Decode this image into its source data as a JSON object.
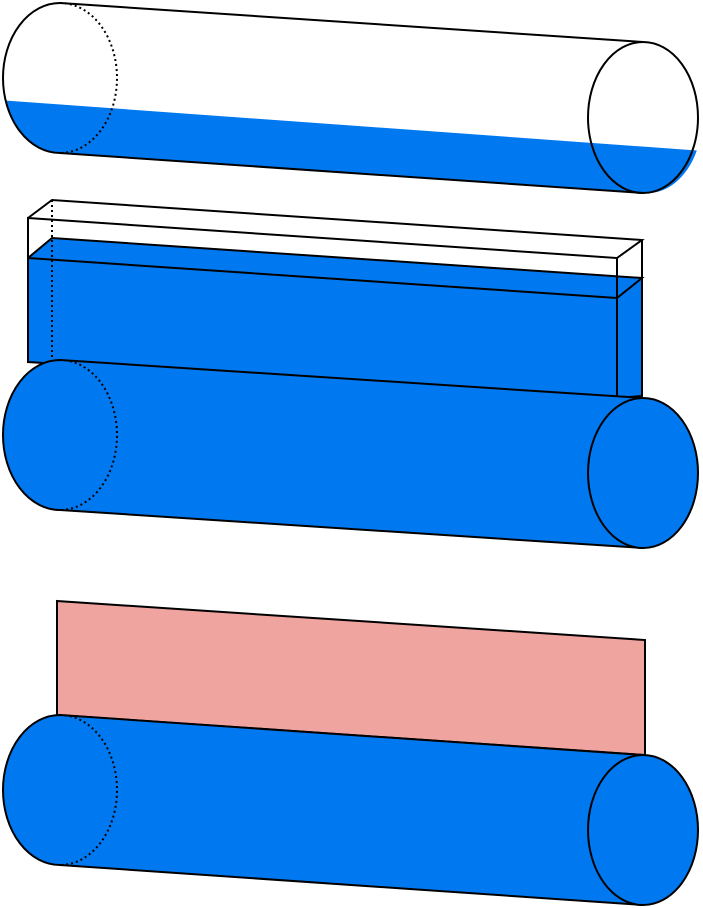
{
  "colors": {
    "water": "#0078F0",
    "plate": "#F0A4A0",
    "stroke": "#000000",
    "background": "#FFFFFF"
  },
  "figures": [
    {
      "id": "partially-filled-cylinder"
    },
    {
      "id": "box-with-water-on-cylinder"
    },
    {
      "id": "plate-on-filled-cylinder"
    }
  ]
}
